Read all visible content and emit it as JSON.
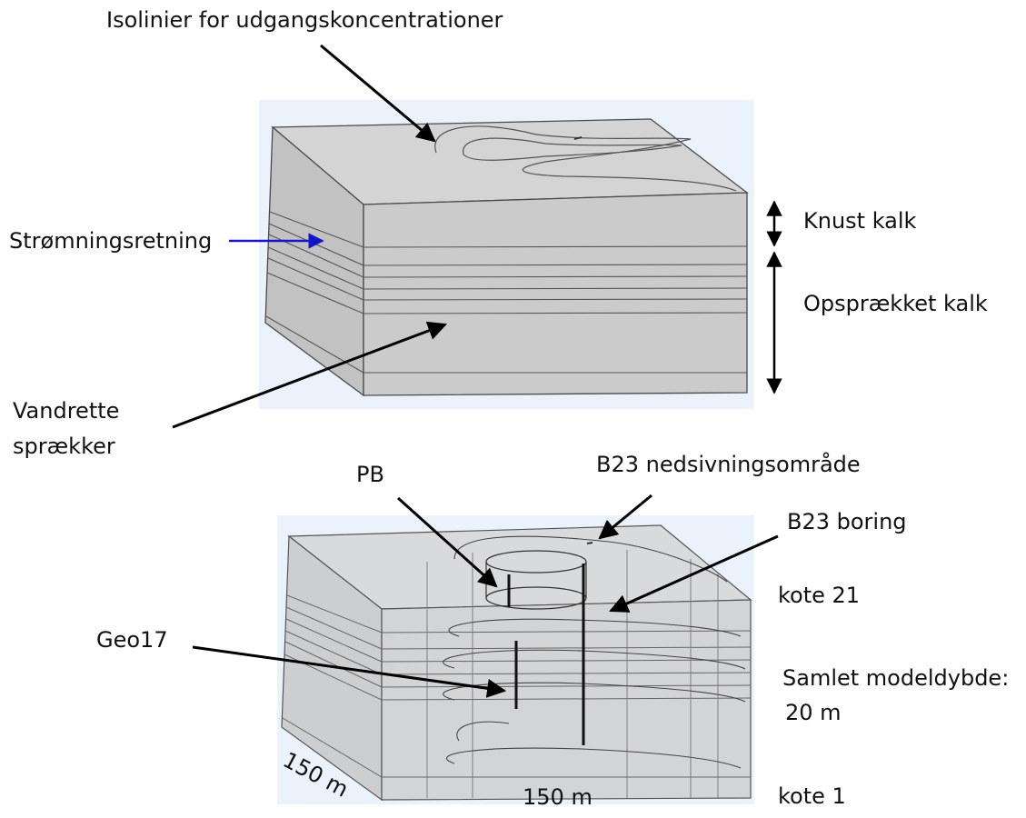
{
  "labels": {
    "isolinier": "Isolinier for udgangskoncentrationer",
    "stromning": "Strømningsretning",
    "knust": "Knust kalk",
    "opsprakket": "Opsprækket kalk",
    "vandrette_1": "Vandrette",
    "vandrette_2": "sprækker",
    "pb": "PB",
    "b23_nedsivning": "B23 nedsivningsområde",
    "b23_boring": "B23 boring",
    "kote21": "kote 21",
    "geo17": "Geo17",
    "samlet_1": "Samlet modeldybde:",
    "samlet_2": "20 m",
    "dim_bottom": "150 m",
    "dim_side": "150 m",
    "kote1": "kote 1"
  },
  "colors": {
    "panel_bg": "#eaf2fb",
    "box_face": "#d0d0d0",
    "box_front": "#c6c6c6",
    "box_side": "#bebebe",
    "edge": "#4a4a4a",
    "arrow": "#000000",
    "flow_arrow": "#1515c8"
  }
}
